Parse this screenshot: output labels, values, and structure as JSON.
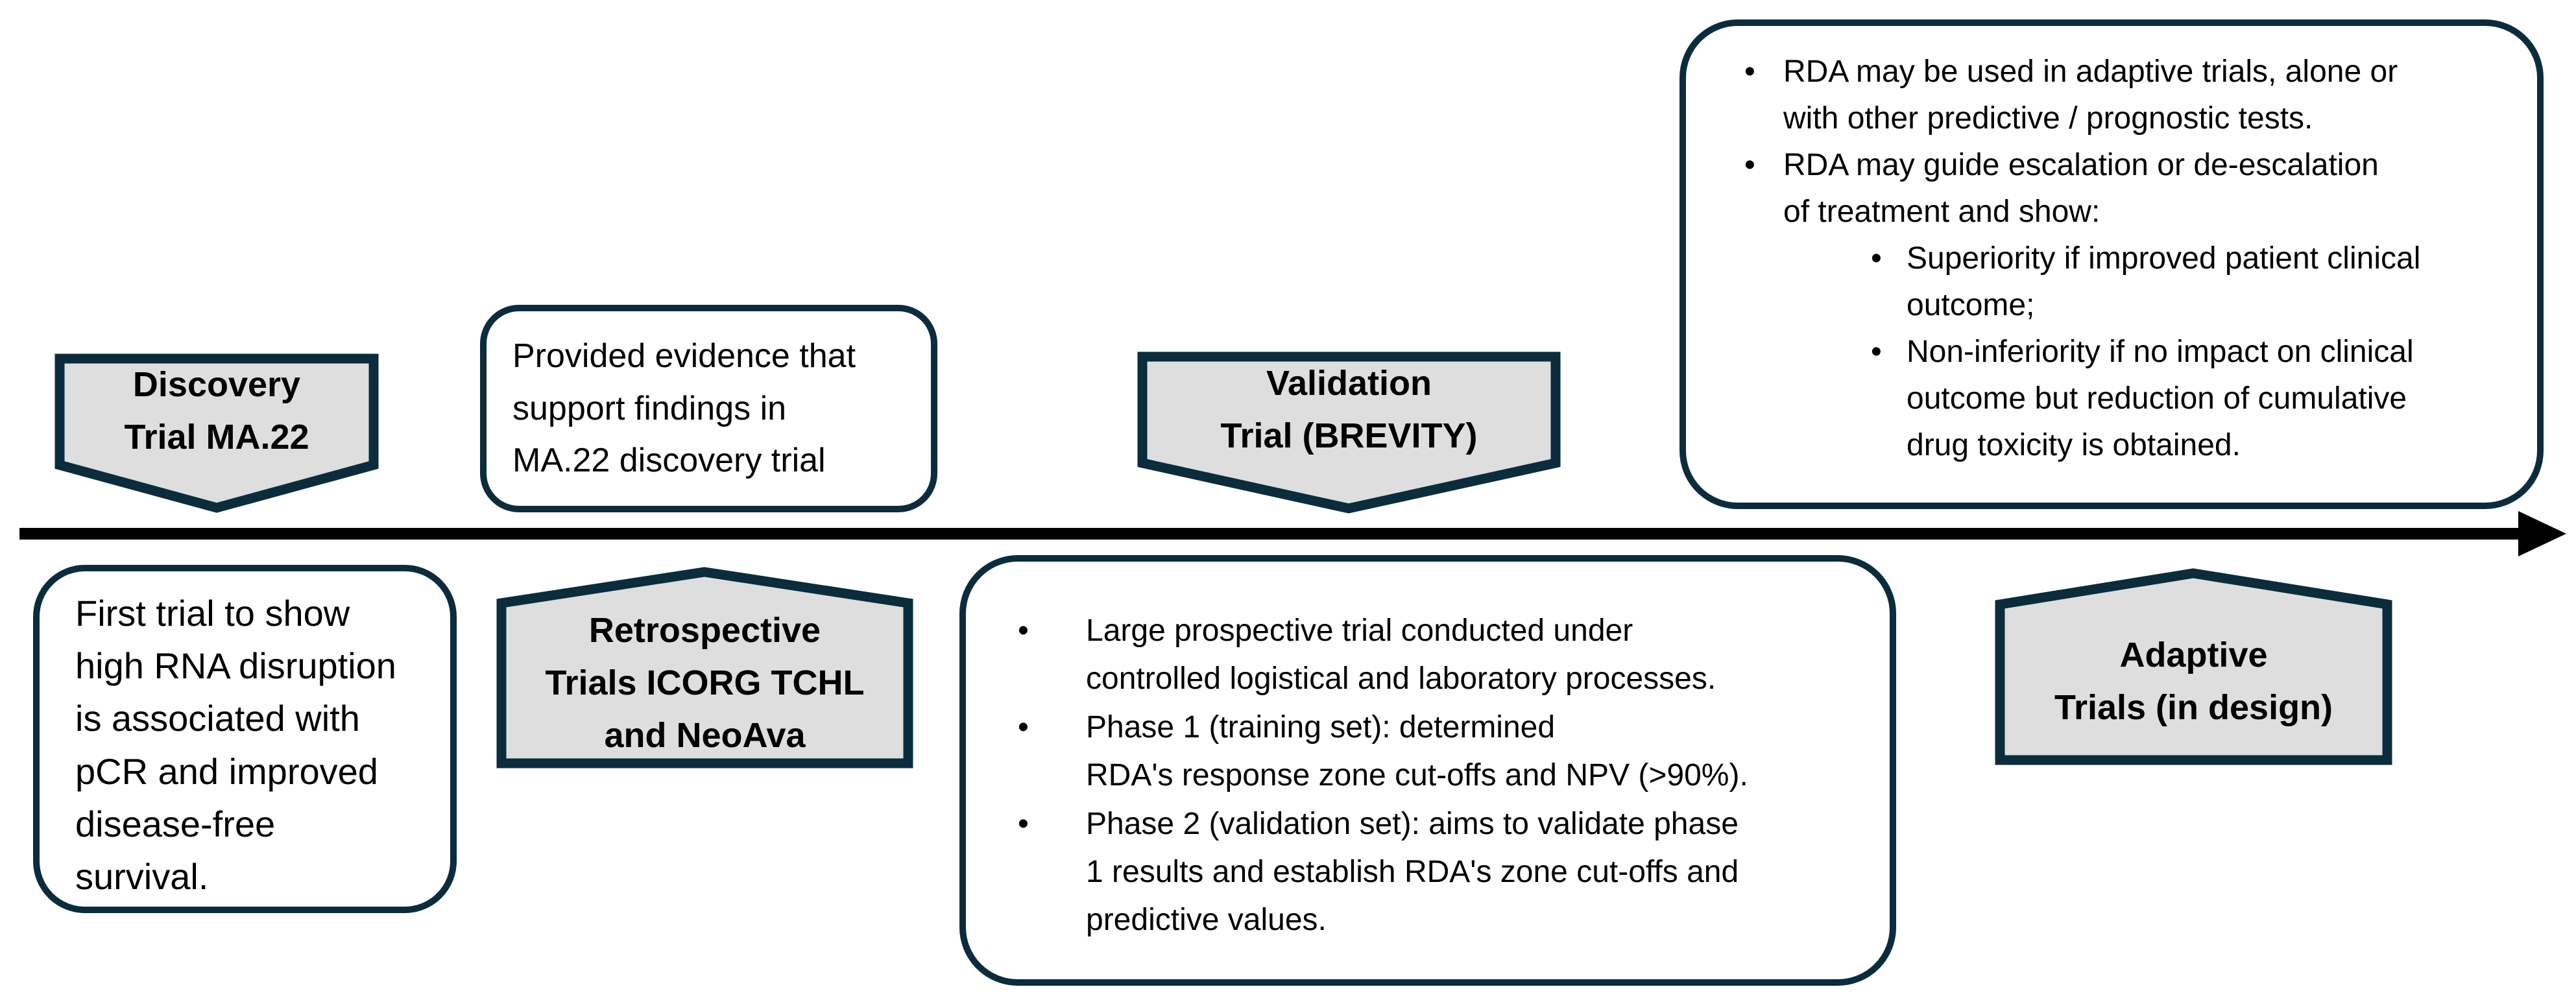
{
  "colors": {
    "shape_border": "#0b2c3d",
    "milestone_fill": "#dedede",
    "note_fill": "#ffffff",
    "timeline": "#000000",
    "text": "#000000"
  },
  "milestones": {
    "discovery": {
      "label": "Discovery\nTrial MA.22"
    },
    "retrospective": {
      "label": "Retrospective\nTrials ICORG TCHL\nand NeoAva"
    },
    "validation": {
      "label": "Validation\nTrial (BREVITY)"
    },
    "adaptive": {
      "label": "Adaptive\nTrials (in design)"
    }
  },
  "notes": {
    "discovery": {
      "text": "First trial to show\nhigh RNA disruption\nis associated with\npCR and improved\ndisease-free\nsurvival."
    },
    "retrospective": {
      "text": "Provided evidence that\nsupport findings in\nMA.22 discovery trial"
    },
    "validation": {
      "bullets": [
        "Large prospective trial conducted under\ncontrolled logistical and laboratory processes.",
        "Phase 1 (training set): determined\nRDA's  response zone cut-offs and NPV (>90%).",
        "Phase 2 (validation set): aims to validate phase\n1 results and establish RDA's zone cut-offs and\npredictive values."
      ]
    },
    "adaptive": {
      "bullets": [
        "RDA may be used in adaptive trials, alone or\nwith other predictive / prognostic tests.",
        "RDA may guide escalation or de-escalation\nof treatment and show:"
      ],
      "sub_bullets": [
        "Superiority if improved patient clinical\noutcome;",
        "Non-inferiority if no impact on clinical\noutcome but reduction of cumulative\ndrug toxicity is obtained."
      ]
    }
  }
}
